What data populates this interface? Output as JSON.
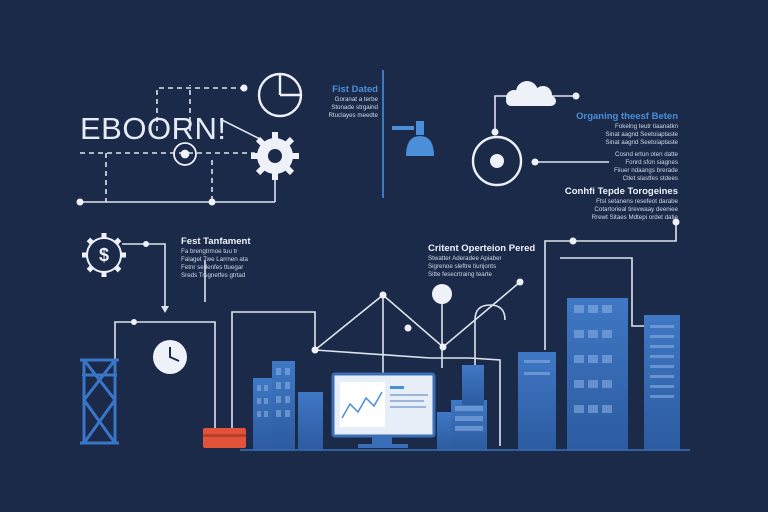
{
  "title": "EBOORN!",
  "blocks": {
    "top_center": {
      "heading": "Fist Dated",
      "lines": [
        "Goranat a terbe",
        "Stonade strgaind",
        "Rtuclayes meedte"
      ]
    },
    "top_right": {
      "heading": "Organing theesf Beten",
      "lines": [
        "Fokelng teutr tiaanatkn",
        "Sinat aagnd Seetoiaptaste",
        "Sinat aagnd Seetoiaptaste",
        "Cosnd ertun oten datte",
        "Fonrd sfon siagnes",
        "Fiiuer ndaangs brerade",
        "Ctlet slastfes stdees"
      ]
    },
    "mid_right": {
      "heading": "Conhfi Tepde Torogeines",
      "lines": [
        "Ftsl setanens resefeot darabe",
        "Cotartorieal tirevwaay deeniee",
        "Rrewt Sitaes Mdtepi ordet datie"
      ]
    },
    "mid_center": {
      "heading": "Critent Operteion Pered",
      "lines": [
        "Stwatter Aderadee Apiaber",
        "Sigrenoe sleftre tiunjonts",
        "Sitte fesecrtraing tearte"
      ]
    },
    "left_mid": {
      "heading": "Fest Tanfament",
      "lines": [
        "Fa brengtrmoe tuu tr",
        "Falaget Twe Larrnen ata",
        "Fetnr sedenfes ttuegar",
        "Sreds Trsgnetfes gtrtad"
      ]
    }
  },
  "icons": [
    "gear-icon",
    "pie-chart-icon",
    "dollar-coin-icon",
    "clock-icon",
    "cloud-icon",
    "lamp-icon",
    "target-icon",
    "monitor-chart-icon"
  ],
  "colors": {
    "background": "#1c2a4a",
    "line": "#dde4ee",
    "building": "#3a6fb8",
    "accent_blue": "#4a8fd8",
    "accent_red": "#e2533a"
  }
}
